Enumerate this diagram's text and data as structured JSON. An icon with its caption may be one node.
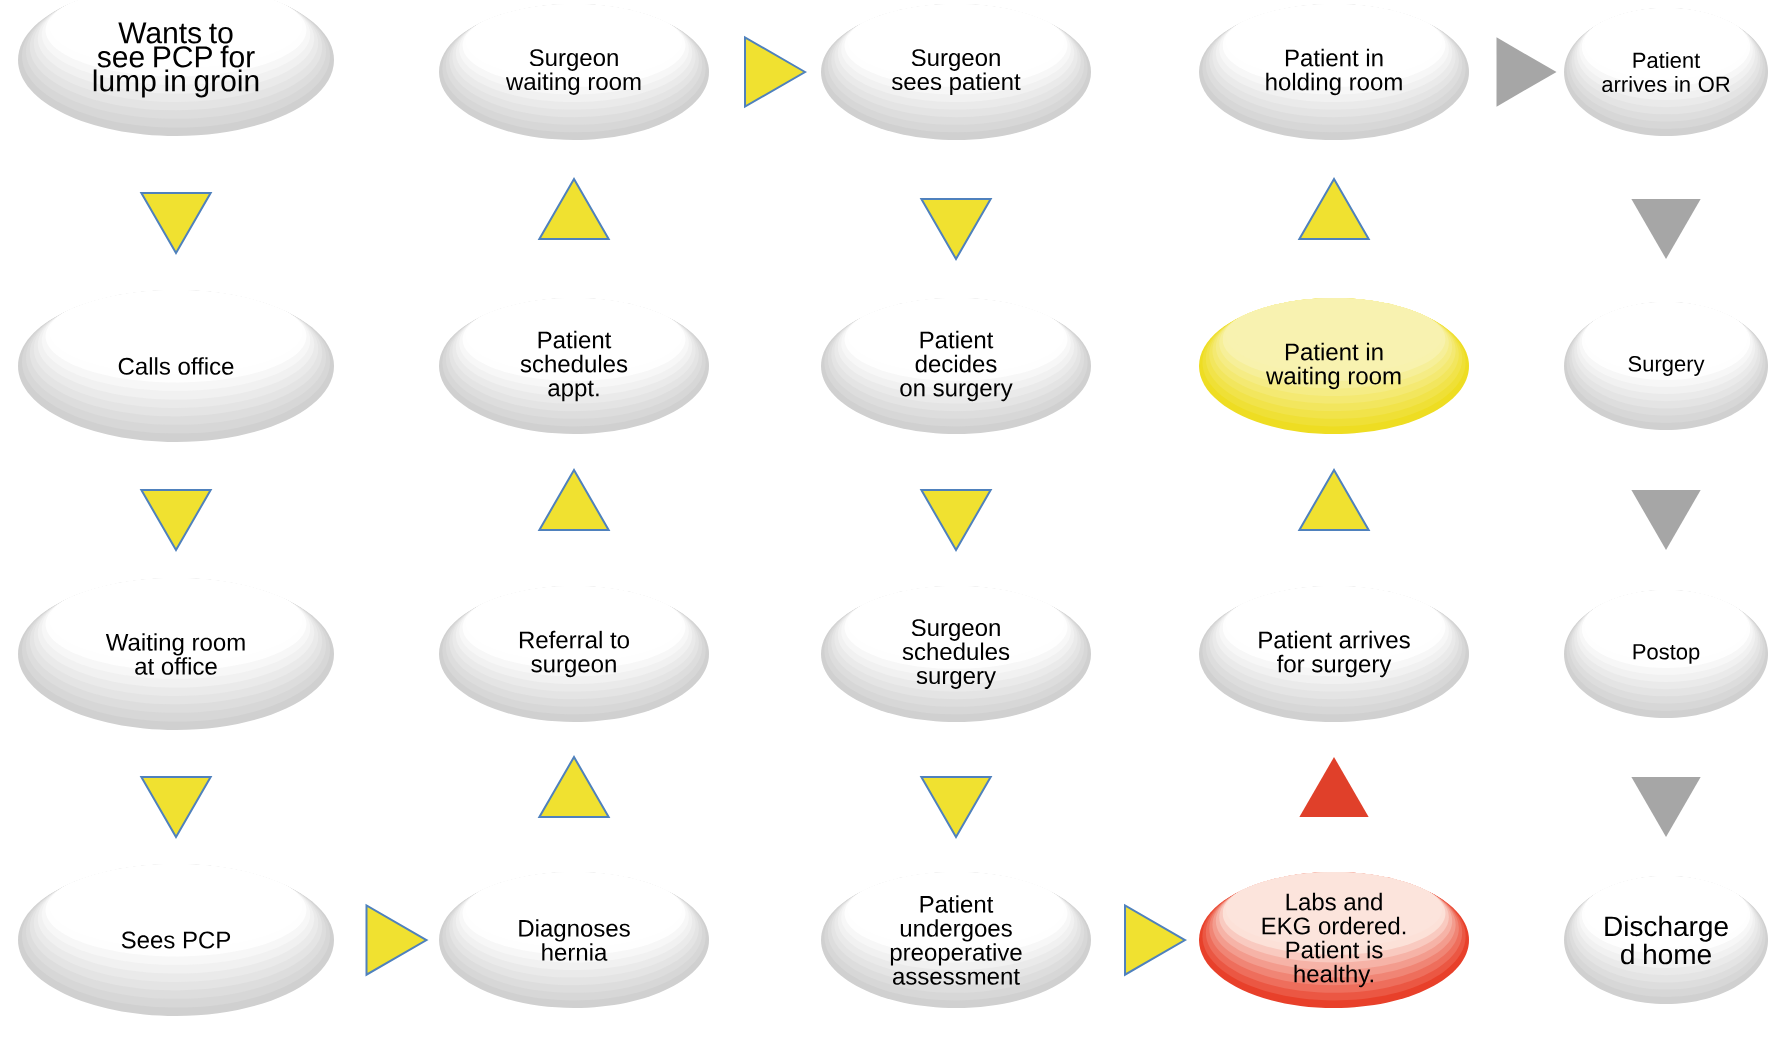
{
  "diagram": {
    "nodes": [
      {
        "text": [
          "Wants to see PCP for lump in groin"
        ]
      },
      {
        "text": [
          "Calls office"
        ]
      },
      {
        "text": [
          "Waiting room at office"
        ]
      },
      {
        "text": [
          "Sees PCP"
        ]
      },
      {
        "text": [
          "Surgeon waiting room"
        ]
      },
      {
        "text": [
          "Patient schedules appt."
        ]
      },
      {
        "text": [
          "Referral to surgeon"
        ]
      },
      {
        "text": [
          "Diagnoses hernia"
        ]
      },
      {
        "text": [
          "Surgeon sees patient"
        ]
      },
      {
        "text": [
          "Patient decides on surgery"
        ]
      },
      {
        "text": [
          "Surgeon schedules surgery"
        ]
      },
      {
        "text": [
          "Patient undergoes preoperative assessment"
        ]
      },
      {
        "text": [
          "Patient in holding room"
        ]
      },
      {
        "text": [
          "Patient in waiting room"
        ]
      },
      {
        "text": [
          "Patient arrives for surgery"
        ]
      },
      {
        "text": [
          "Labs and EKG ordered. Patient is healthy."
        ]
      },
      {
        "text": [
          "Patient arrives in OR"
        ]
      },
      {
        "text": [
          "Surgery"
        ]
      },
      {
        "text": [
          "Postop"
        ]
      },
      {
        "text": [
          "Discharge d home"
        ]
      }
    ],
    "edges": [
      {
        "from": 0,
        "to": 1,
        "arrow": "to"
      },
      {
        "from": 1,
        "to": 2,
        "arrow": "to"
      },
      {
        "from": 2,
        "to": 3,
        "arrow": "to"
      },
      {
        "from": 3,
        "to": 7,
        "arrow": "to"
      },
      {
        "from": 7,
        "to": 6,
        "arrow": "to"
      },
      {
        "from": 6,
        "to": 5,
        "arrow": "to"
      },
      {
        "from": 5,
        "to": 4,
        "arrow": "to"
      },
      {
        "from": 4,
        "to": 8,
        "arrow": "to"
      },
      {
        "from": 8,
        "to": 9,
        "arrow": "to"
      },
      {
        "from": 9,
        "to": 10,
        "arrow": "to"
      },
      {
        "from": 10,
        "to": 11,
        "arrow": "to"
      },
      {
        "from": 11,
        "to": 15,
        "arrow": "to"
      },
      {
        "from": 15,
        "to": 14,
        "arrow": "to",
        "color": "#e0402a"
      },
      {
        "from": 14,
        "to": 13,
        "arrow": "to"
      },
      {
        "from": 13,
        "to": 12,
        "arrow": "to"
      },
      {
        "from": 12,
        "to": 16,
        "arrow": "to",
        "color": "#a6a6a6"
      },
      {
        "from": 16,
        "to": 17,
        "arrow": "to",
        "color": "#a6a6a6"
      },
      {
        "from": 17,
        "to": 18,
        "arrow": "to",
        "color": "#a6a6a6"
      },
      {
        "from": 18,
        "to": 19,
        "arrow": "to",
        "color": "#a6a6a6"
      }
    ]
  }
}
